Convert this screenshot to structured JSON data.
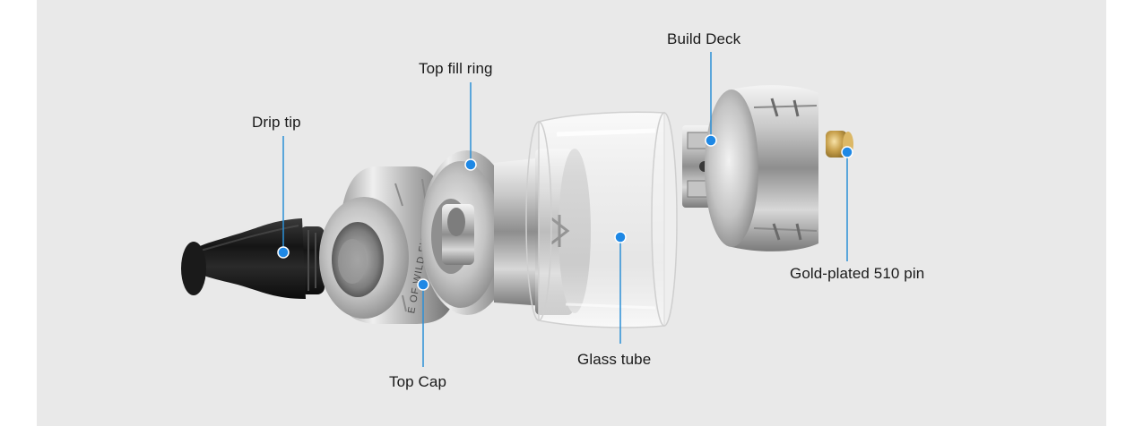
{
  "labels": {
    "drip_tip": "Drip tip",
    "top_fill_ring": "Top fill ring",
    "build_deck": "Build Deck",
    "gold_pin": "Gold-plated 510 pin",
    "glass_tube": "Glass tube",
    "top_cap": "Top Cap"
  },
  "engraving": "E OF WILD FURY",
  "colors": {
    "background": "#e9e9e9",
    "leader_line": "#2b8fd6",
    "marker": "#1e88e5",
    "label_text": "#1a1a1a"
  }
}
